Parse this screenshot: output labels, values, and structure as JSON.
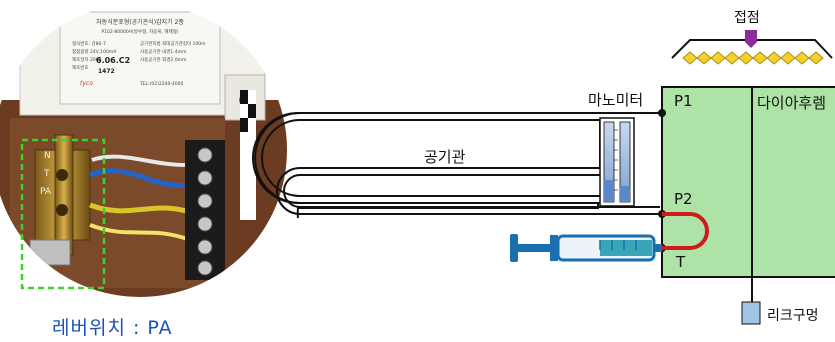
{
  "photo": {
    "caption": "레버위치 : PA",
    "device_label_title": "차동식분포형(공기관식)감지기 2종",
    "device_label_lines": [
      "P102-80000H(방수형, 자동복, 해제형)",
      "형식번호: 감80-7",
      "접점용량 24V,100mA",
      "제조일자 2008",
      "제조번호",
      "공기관지름 최대공기관길이 100m",
      "사용공기관 내경1.4mm",
      "사용공기관 외경2.0mm"
    ],
    "device_date": "6.06.C2",
    "device_serial": "1472",
    "device_brand": "tyco",
    "device_tel": "TEL:(02)2240-4000",
    "lever_marks": [
      "N",
      "T",
      "PA"
    ]
  },
  "diagram": {
    "air_tube_label": "공기관",
    "manometer_label": "마노미터",
    "contact_label": "접점",
    "diaphragm_label": "다이아후렘",
    "p1_label": "P1",
    "p2_label": "P2",
    "t_label": "T",
    "leak_hole_label": "리크구멍"
  },
  "colors": {
    "box_fill": "#aee3a8",
    "diaphragm": "#f0d22a",
    "contact": "#8a2c9c",
    "red_tube": "#d11b1b",
    "syringe": "#1a6fb0",
    "leak_hole": "#9ec4e6",
    "caption_blue": "#1a52b8",
    "dashed_box": "#3fd12a"
  }
}
